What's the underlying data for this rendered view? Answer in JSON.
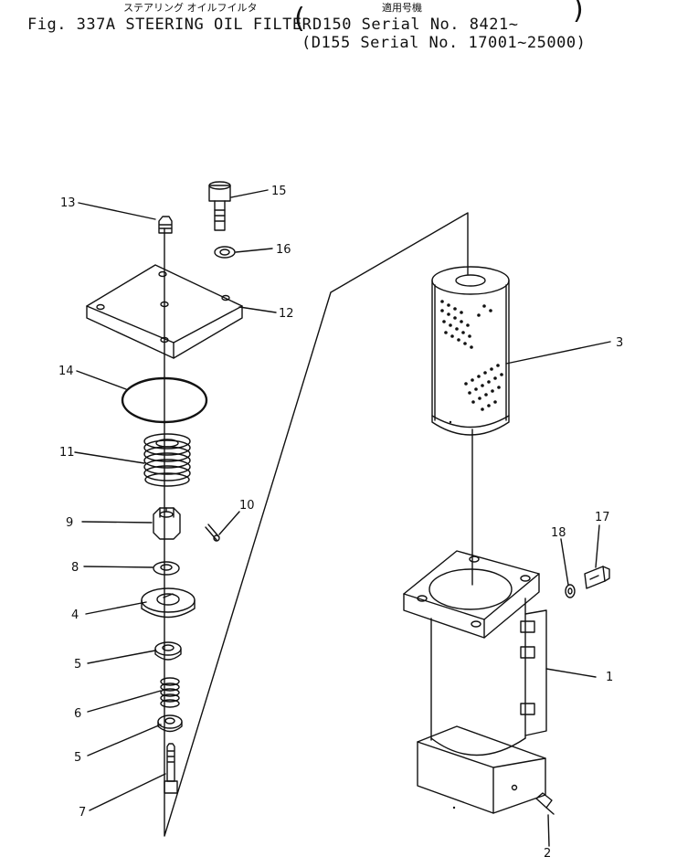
{
  "header": {
    "jp_title": "ステアリング オイルフイルタ",
    "jp_applicable": "適用号機",
    "fig_line": "Fig. 337A STEERING OIL FILTER",
    "serial_1": "D150 Serial No. 8421~",
    "serial_2": "(D155 Serial No. 17001~25000)"
  },
  "callouts": [
    "1",
    "2",
    "3",
    "4",
    "5",
    "5",
    "6",
    "7",
    "8",
    "9",
    "10",
    "11",
    "12",
    "13",
    "14",
    "15",
    "16",
    "17",
    "18"
  ]
}
